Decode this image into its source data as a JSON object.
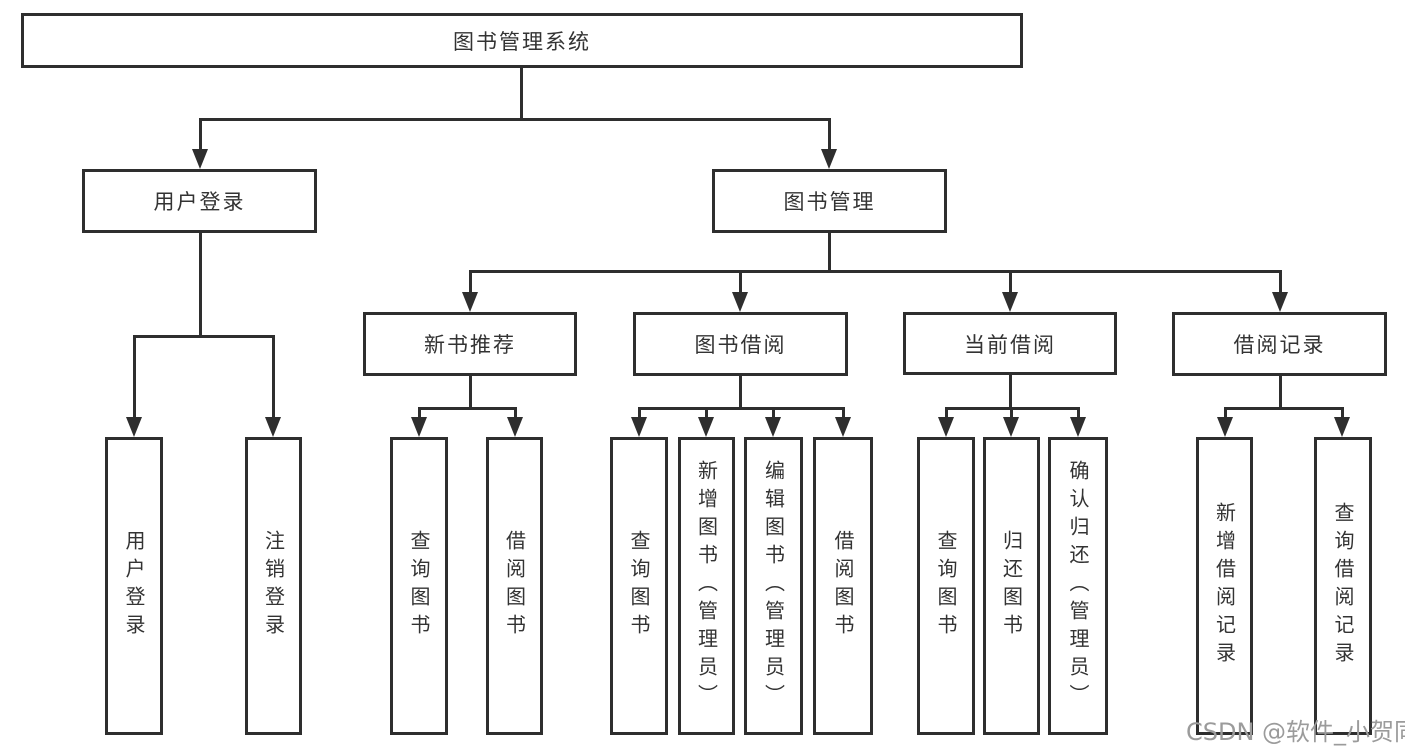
{
  "diagram": {
    "title": "图书管理系统",
    "root": {
      "label": "图书管理系统"
    },
    "level2": [
      {
        "label": "用户登录"
      },
      {
        "label": "图书管理"
      }
    ],
    "level3": [
      {
        "label": "新书推荐"
      },
      {
        "label": "图书借阅"
      },
      {
        "label": "当前借阅"
      },
      {
        "label": "借阅记录"
      }
    ],
    "leaves": {
      "login": [
        "用户登录",
        "注销登录"
      ],
      "newbook": [
        "查询图书",
        "借阅图书"
      ],
      "borrow": [
        "查询图书",
        "新增图书（管理员）",
        "编辑图书（管理员）",
        "借阅图书"
      ],
      "current": [
        "查询图书",
        "归还图书",
        "确认归还（管理员）"
      ],
      "records": [
        "新增借阅记录",
        "查询借阅记录"
      ]
    }
  },
  "watermark": {
    "text": "CSDN @软件_小贺同学"
  },
  "colors": {
    "line": "#2e2e2e",
    "text": "#333333",
    "background": "#ffffff",
    "watermark": "#9b9b9b"
  }
}
